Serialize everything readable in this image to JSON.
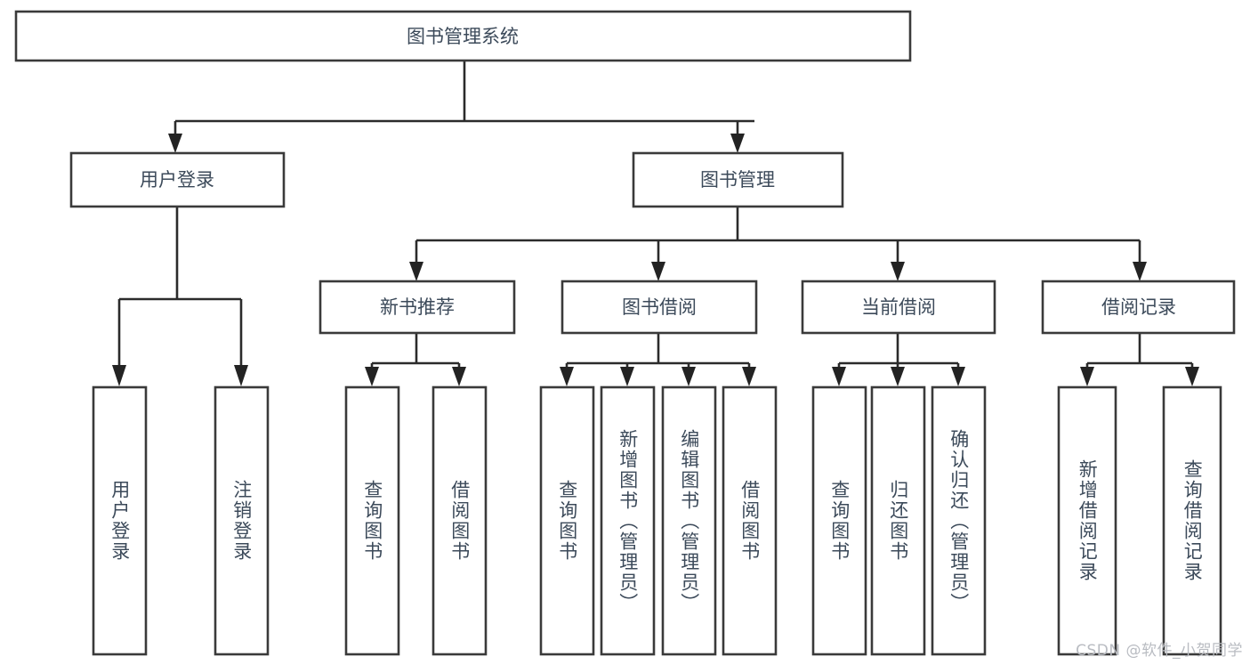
{
  "diagram": {
    "type": "hierarchy-tree",
    "title": "图书管理系统",
    "watermark": "CSDN @软件_小贺同学",
    "colors": {
      "background": "#ffffff",
      "box_stroke": "#3a3a3a",
      "connector": "#2b2b2b",
      "label_text": "#3c4a5a",
      "watermark_text": "#b9bcc2"
    },
    "root": {
      "label": "图书管理系统"
    },
    "level2": [
      {
        "label": "用户登录"
      },
      {
        "label": "图书管理"
      }
    ],
    "level3": [
      {
        "label": "新书推荐"
      },
      {
        "label": "图书借阅"
      },
      {
        "label": "当前借阅"
      },
      {
        "label": "借阅记录"
      }
    ],
    "leaves": [
      {
        "label": "用户登录",
        "parent": "用户登录"
      },
      {
        "label": "注销登录",
        "parent": "用户登录"
      },
      {
        "label": "查询图书",
        "parent": "新书推荐"
      },
      {
        "label": "借阅图书",
        "parent": "新书推荐"
      },
      {
        "label": "查询图书",
        "parent": "图书借阅"
      },
      {
        "label": "新增图书（管理员）",
        "parent": "图书借阅"
      },
      {
        "label": "编辑图书（管理员）",
        "parent": "图书借阅"
      },
      {
        "label": "借阅图书",
        "parent": "图书借阅"
      },
      {
        "label": "查询图书",
        "parent": "当前借阅"
      },
      {
        "label": "归还图书",
        "parent": "当前借阅"
      },
      {
        "label": "确认归还（管理员）",
        "parent": "当前借阅"
      },
      {
        "label": "新增借阅记录",
        "parent": "借阅记录"
      },
      {
        "label": "查询借阅记录",
        "parent": "借阅记录"
      }
    ]
  }
}
